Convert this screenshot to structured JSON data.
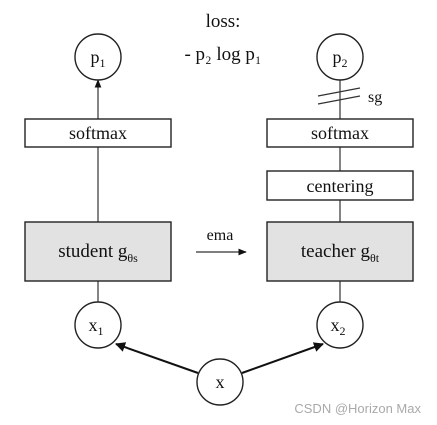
{
  "loss": {
    "title": "loss:",
    "formula": "- p₂ log p₁"
  },
  "student": {
    "output": "p",
    "output_sub": "1",
    "softmax": "softmax",
    "network": "student g",
    "network_sub": "θs",
    "input": "x",
    "input_sub": "1"
  },
  "teacher": {
    "output": "p",
    "output_sub": "2",
    "stop_gradient": "sg",
    "softmax": "softmax",
    "centering": "centering",
    "network": "teacher g",
    "network_sub": "θt",
    "input": "x",
    "input_sub": "2"
  },
  "ema_label": "ema",
  "source_input": "x",
  "watermark": "CSDN @Horizon Max"
}
